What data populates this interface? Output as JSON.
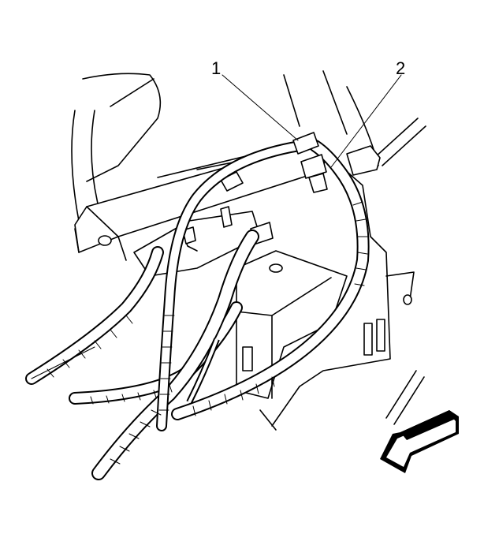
{
  "diagram": {
    "callouts": [
      {
        "id": "callout-1",
        "label": "1"
      },
      {
        "id": "callout-2",
        "label": "2"
      }
    ],
    "icons": [
      "view-direction-arrow-icon"
    ],
    "colors": {
      "ink": "#000000",
      "paper": "#ffffff"
    }
  }
}
